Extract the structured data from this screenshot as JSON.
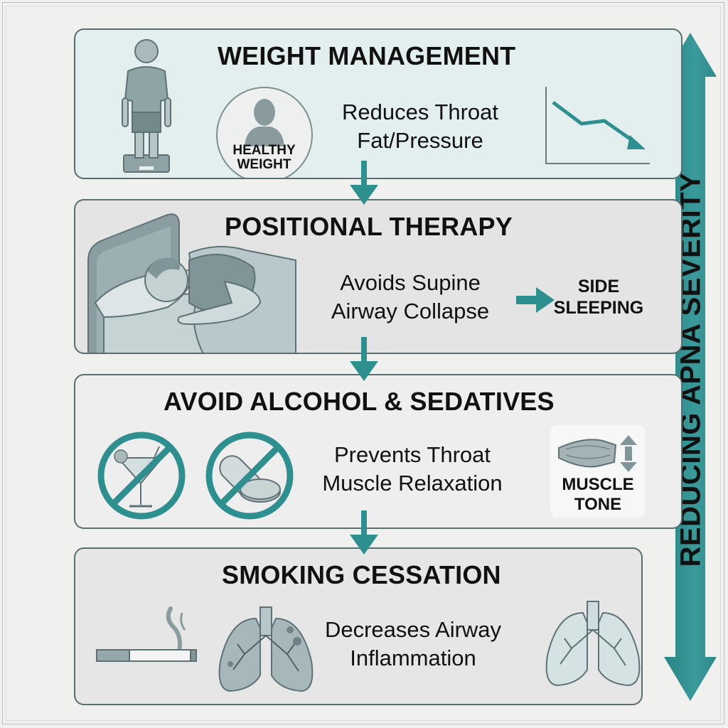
{
  "diagram": {
    "side_arrow": {
      "label": "REDUCING APNA SEVERITY",
      "color": "#2e8f8f"
    },
    "panels": [
      {
        "title": "WEIGHT MANAGEMENT",
        "description_line1": "Reduces Throat",
        "description_line2": "Fat/Pressure",
        "badge_line1": "HEALTHY",
        "badge_line2": "WEIGHT",
        "icons": [
          "person-on-scale-icon",
          "healthy-weight-person-icon",
          "downward-trend-chart-icon"
        ]
      },
      {
        "title": "POSITIONAL THERAPY",
        "description_line1": "Avoids Supine",
        "description_line2": "Airway Collapse",
        "badge_line1": "SIDE",
        "badge_line2": "SLEEPING",
        "icons": [
          "side-sleeping-person-icon",
          "right-arrow-icon"
        ]
      },
      {
        "title": "AVOID ALCOHOL & SEDATIVES",
        "description_line1": "Prevents Throat",
        "description_line2": "Muscle Relaxation",
        "badge_line1": "MUSCLE",
        "badge_line2": "TONE",
        "icons": [
          "no-alcohol-icon",
          "no-pills-icon",
          "muscle-icon",
          "up-down-arrow-icon"
        ]
      },
      {
        "title": "SMOKING CESSATION",
        "description_line1": "Decreases Airway",
        "description_line2": "Inflammation",
        "icons": [
          "cigarette-icon",
          "damaged-lungs-icon",
          "healthy-lungs-icon"
        ]
      }
    ],
    "colors": {
      "teal": "#2e8f8f",
      "panel_border": "#5a6e70",
      "icon_fill": "#8fa5a8",
      "icon_stroke": "#5e7275"
    }
  }
}
